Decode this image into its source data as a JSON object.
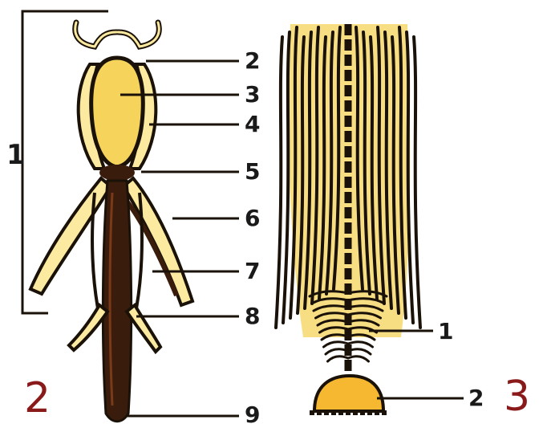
{
  "left_figure": {
    "caption": "2",
    "bracket_label": "1",
    "part_labels": [
      "2",
      "3",
      "4",
      "5",
      "6",
      "7",
      "8",
      "9"
    ]
  },
  "right_figure": {
    "caption": "3",
    "part_labels": [
      "1",
      "2"
    ]
  },
  "colors": {
    "outline": "#1a1208",
    "yellow_fill": "#f6d35a",
    "cream_fill": "#fbeaa0",
    "dark_brown": "#3a1c0c",
    "caption_red": "#8a1a1a"
  }
}
